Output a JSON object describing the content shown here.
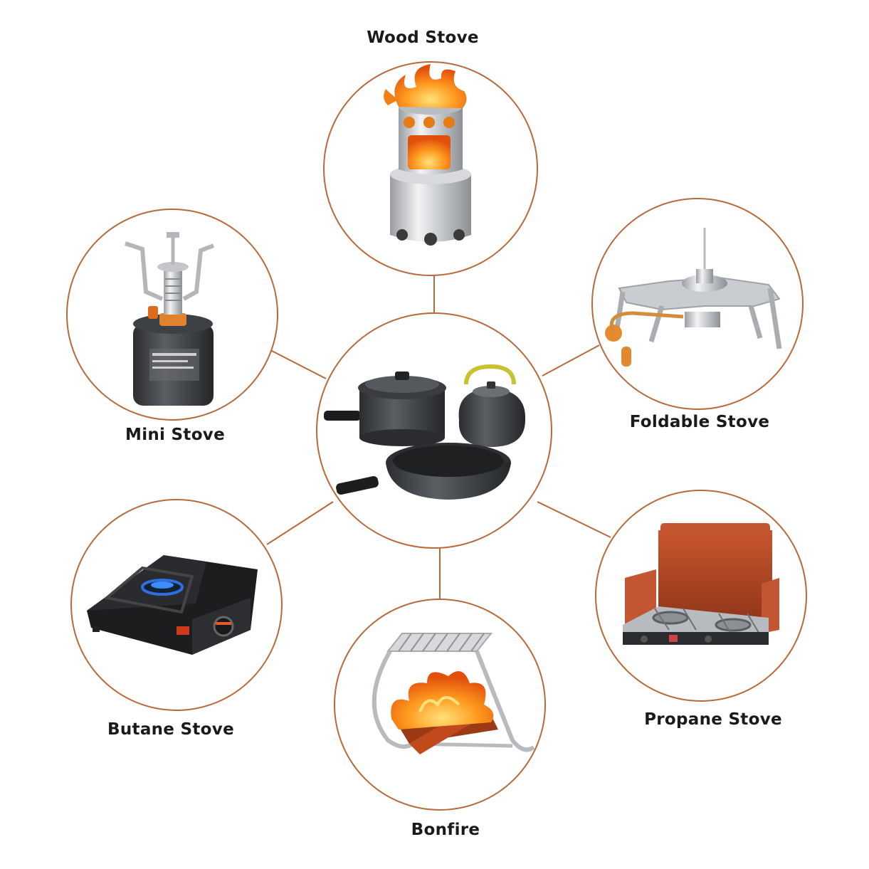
{
  "accent_color": "#b8693a",
  "center": {
    "icon": "cookware-set-icon"
  },
  "nodes": [
    {
      "id": "wood",
      "label": "Wood Stove",
      "icon": "wood-stove-icon"
    },
    {
      "id": "mini",
      "label": "Mini Stove",
      "icon": "mini-stove-icon"
    },
    {
      "id": "foldable",
      "label": "Foldable Stove",
      "icon": "foldable-stove-icon"
    },
    {
      "id": "butane",
      "label": "Butane Stove",
      "icon": "butane-stove-icon"
    },
    {
      "id": "propane",
      "label": "Propane Stove",
      "icon": "propane-stove-icon"
    },
    {
      "id": "bonfire",
      "label": "Bonfire",
      "icon": "bonfire-icon"
    }
  ]
}
